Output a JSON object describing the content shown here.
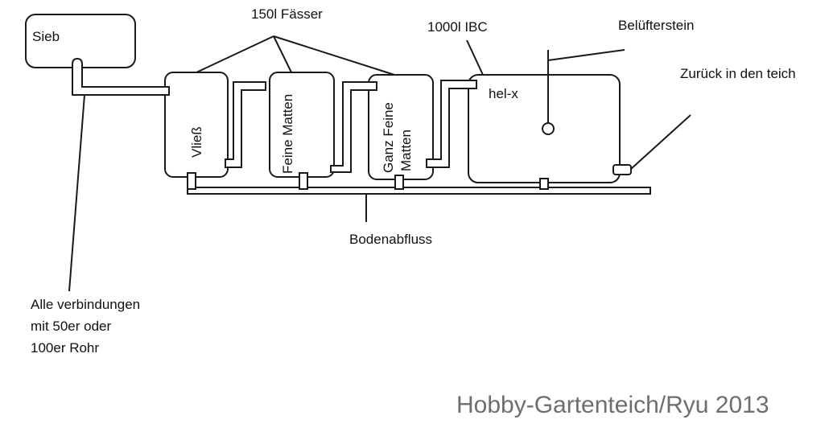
{
  "diagram": {
    "labels": {
      "sieb": "Sieb",
      "faesser": "150l Fässer",
      "ibc": "1000l IBC",
      "belueftung": "Belüfterstein",
      "zurueck": "Zurück in den teich",
      "helx": "hel-x",
      "vlies": "Vließ",
      "feine_matten": "Feine Matten",
      "ganz_feine_line1": "Ganz Feine",
      "ganz_feine_line2": "Matten",
      "bodenabfluss": "Bodenabfluss",
      "rohr_line1": "Alle verbindungen",
      "rohr_line2": "mit 50er oder",
      "rohr_line3": "100er Rohr"
    },
    "watermark": "Hobby-Gartenteich/Ryu 2013"
  }
}
